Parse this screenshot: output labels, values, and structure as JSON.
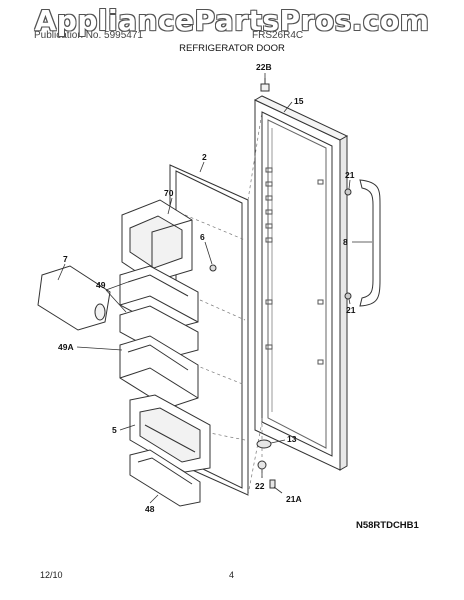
{
  "watermark": "AppliancePartsPros.com",
  "header": {
    "left_text": "Publication No. 5995471",
    "right_text": "FRS26R4C",
    "title": "REFRIGERATOR DOOR"
  },
  "callouts": {
    "c22b": "22B",
    "c15": "15",
    "c2": "2",
    "c70": "70",
    "c6": "6",
    "c7": "7",
    "c49": "49",
    "c49a": "49A",
    "c5": "5",
    "c48": "48",
    "c21_top": "21",
    "c8": "8",
    "c21_bottom": "21",
    "c13": "13",
    "c22": "22",
    "c21a": "21A"
  },
  "model_code": "N58RTDCHB1",
  "footer": {
    "date": "12/10",
    "page": "4"
  }
}
